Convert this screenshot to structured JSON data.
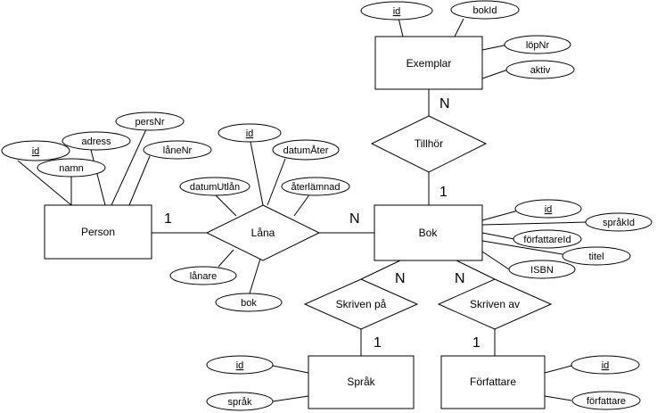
{
  "entities": {
    "exemplar": "Exemplar",
    "person": "Person",
    "bok": "Bok",
    "sprak": "Språk",
    "forfattare": "Författare"
  },
  "relationships": {
    "tillhor": "Tillhör",
    "lana": "Låna",
    "skriven_pa": "Skriven på",
    "skriven_av": "Skriven av"
  },
  "attributes": {
    "exemplar": [
      {
        "text": "id",
        "key": true
      },
      {
        "text": "bokId",
        "key": false
      },
      {
        "text": "löpNr",
        "key": false
      },
      {
        "text": "aktiv",
        "key": false
      }
    ],
    "person": [
      {
        "text": "id",
        "key": true
      },
      {
        "text": "adress",
        "key": false
      },
      {
        "text": "persNr",
        "key": false
      },
      {
        "text": "namn",
        "key": false
      },
      {
        "text": "låneNr",
        "key": false
      }
    ],
    "lana": [
      {
        "text": "id",
        "key": true
      },
      {
        "text": "datumÅter",
        "key": false
      },
      {
        "text": "datumUtlån",
        "key": false
      },
      {
        "text": "återlämnad",
        "key": false
      },
      {
        "text": "lånare",
        "key": false
      },
      {
        "text": "bok",
        "key": false
      }
    ],
    "bok": [
      {
        "text": "id",
        "key": true
      },
      {
        "text": "språkId",
        "key": false
      },
      {
        "text": "författareId",
        "key": false
      },
      {
        "text": "titel",
        "key": false
      },
      {
        "text": "ISBN",
        "key": false
      }
    ],
    "sprak": [
      {
        "text": "id",
        "key": true
      },
      {
        "text": "språk",
        "key": false
      }
    ],
    "forfattare": [
      {
        "text": "id",
        "key": true
      },
      {
        "text": "författare",
        "key": false
      }
    ]
  },
  "cardinalities": {
    "exemplar_tillhor": "N",
    "tillhor_bok": "1",
    "person_lana": "1",
    "lana_bok": "N",
    "bok_skriven_pa": "N",
    "bok_skriven_av": "N",
    "skriven_pa_sprak": "1",
    "skriven_av_forfattare": "1"
  }
}
